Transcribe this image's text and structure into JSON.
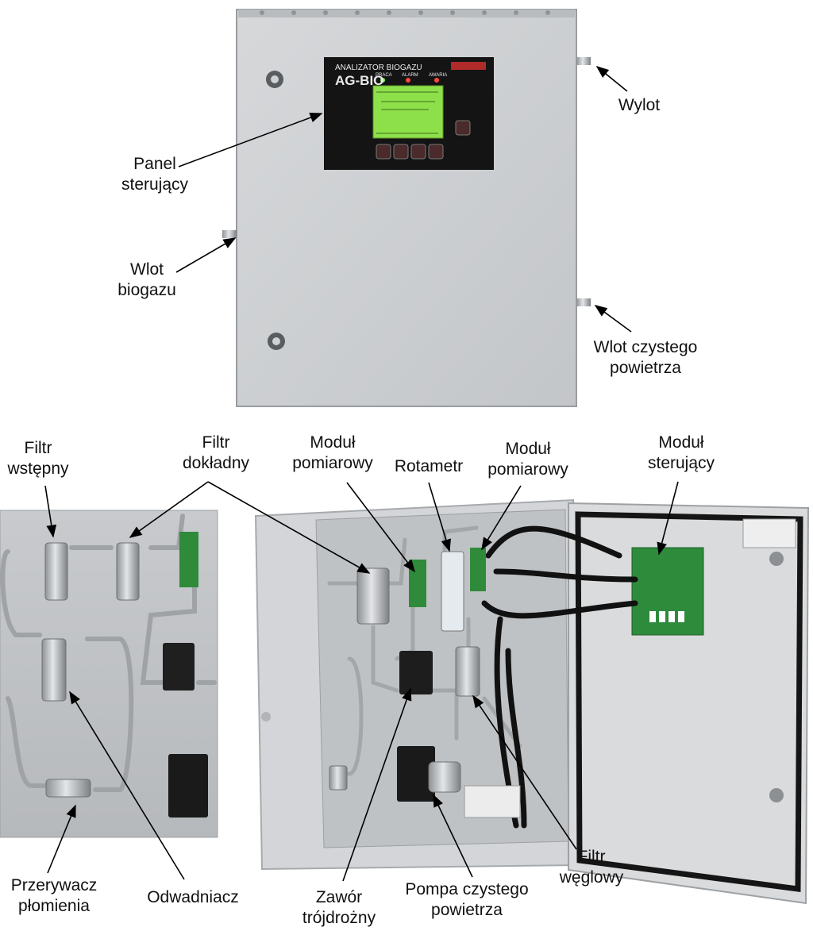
{
  "device": {
    "panel_title": "ANALIZATOR BIOGAZU",
    "panel_model": "AG-BIO",
    "indicators": [
      "PRACA",
      "ALARM",
      "AWARIA"
    ]
  },
  "labels": {
    "panel_sterujacy": "Panel\nsterujący",
    "wylot": "Wylot",
    "wlot_biogazu": "Wlot\nbiogazu",
    "wlot_czystego_powietrza": "Wlot czystego\npowietrza",
    "filtr_wstepny": "Filtr\nwstępny",
    "filtr_dokladny": "Filtr\ndokładny",
    "modul_pomiarowy_1": "Moduł\npomiarowy",
    "rotametr": "Rotametr",
    "modul_pomiarowy_2": "Moduł\npomiarowy",
    "modul_sterujacy": "Moduł\nsterujący",
    "przerywacz_plomienia": "Przerywacz\npłomienia",
    "odwadniacz": "Odwadniacz",
    "zawor_trojdrozny": "Zawór\ntrójdrożny",
    "pompa_czystego_powietrza": "Pompa czystego\npowietrza",
    "filtr_weglowy": "Filtr\nwęglowy"
  }
}
